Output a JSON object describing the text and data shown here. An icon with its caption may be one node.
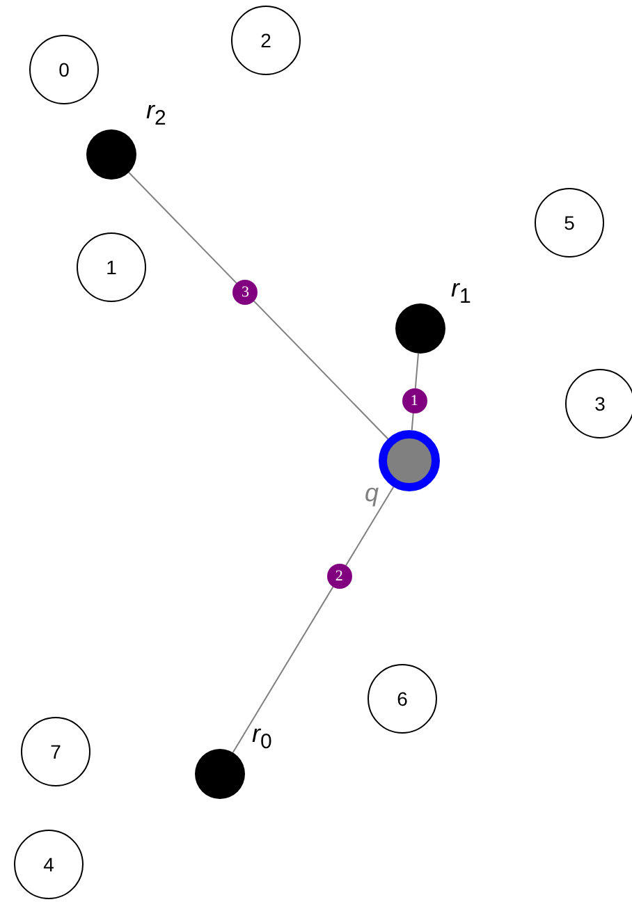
{
  "diagram": {
    "nodes": [
      {
        "text": [
          "0"
        ]
      },
      {
        "text": [
          "2"
        ]
      },
      {
        "text": [],
        "shape": "circle",
        "beside": [
          "*r*$_{2}$"
        ]
      },
      {
        "text": [
          "5"
        ]
      },
      {
        "text": [
          "1"
        ]
      },
      {
        "text": [],
        "shape": "circle",
        "beside": [
          "*r*$_{1}$"
        ]
      },
      {
        "text": [
          "3"
        ]
      },
      {
        "text": [],
        "shape": "circle",
        "beside": [
          "q"
        ]
      },
      {
        "text": [
          "6"
        ]
      },
      {
        "text": [
          "7"
        ]
      },
      {
        "text": [],
        "shape": "circle",
        "beside": [
          "*r*$_{0}$"
        ]
      },
      {
        "text": [
          "4"
        ]
      }
    ],
    "edges": [
      {
        "from": 7,
        "to": 5,
        "arrow": "none",
        "label": "1"
      },
      {
        "from": 7,
        "to": 10,
        "arrow": "none",
        "label": "2"
      },
      {
        "from": 7,
        "to": 2,
        "arrow": "none",
        "label": "3"
      }
    ]
  }
}
